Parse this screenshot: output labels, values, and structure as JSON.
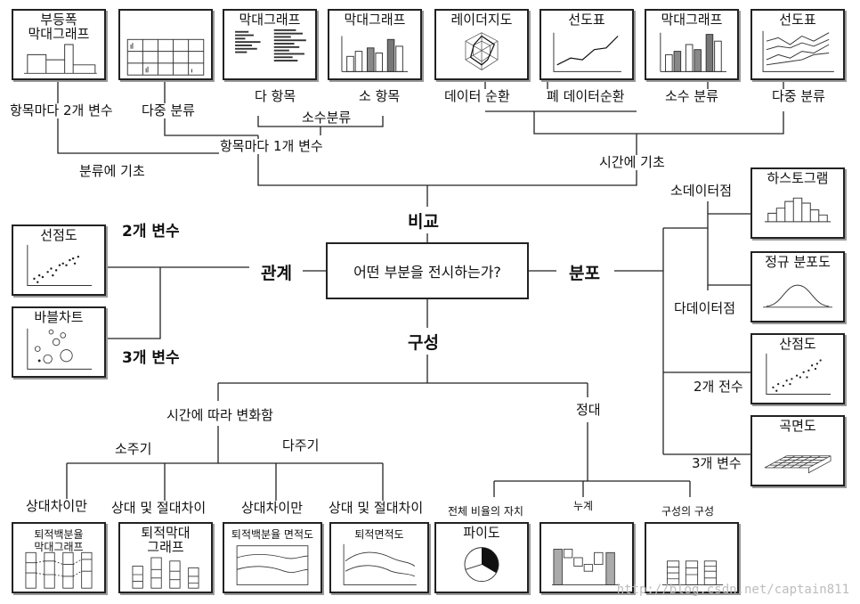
{
  "center_question": "어떤 부분을 전시하는가?",
  "main_branches": {
    "compare": "비교",
    "relation": "관계",
    "distribution": "분포",
    "composition": "구성"
  },
  "compare": {
    "boxes": {
      "variable_width_bar": "부등폭\n막대그래프",
      "table": "",
      "bar_many": "막대그래프",
      "bar_few": "막대그래프",
      "radar": "레이더지도",
      "line_few": "선도표",
      "bar_time": "막대그래프",
      "line_many": "선도표"
    },
    "labels": {
      "two_vars_per_item": "항목마다 2개 변수",
      "multi_class": "다중 분류",
      "many_items": "다 항목",
      "few_items": "소 항목",
      "few_class": "소수분류",
      "one_var_per_item": "항목마다 1개 변수",
      "by_category": "분류에 기초",
      "cyclic_data": "데이터 순환",
      "non_cyclic": "폐 데이터순환",
      "few_categories": "소수 분류",
      "multi_category": "다중 분류",
      "by_time": "시간에 기초"
    }
  },
  "relation": {
    "scatter_box": "선점도",
    "bubble_box": "바블차트",
    "two_vars": "2개 변수",
    "three_vars": "3개 변수"
  },
  "distribution": {
    "few_points": "소데이터점",
    "many_points": "다데이터점",
    "two_vars": "2개 전수",
    "three_vars": "3개 변수",
    "histogram_box": "하스토그램",
    "normal_box": "정규 분포도",
    "scatter_box": "산점도",
    "surface_box": "곡면도"
  },
  "composition": {
    "changes_over_time": "시간에 따라 변화함",
    "static": "정대",
    "few_periods": "소주기",
    "many_periods": "다주기",
    "relative_only_a": "상대차이만",
    "rel_abs_a": "상대 및 절대차이",
    "relative_only_b": "상대차이만",
    "rel_abs_b": "상대 및 절대차이",
    "share_of_total": "전체 비율의 자치",
    "cumulative": "누계",
    "component_of_component": "구성의 구성",
    "boxes": {
      "stacked_pct_bar": "퇴적백분율\n막대그래프",
      "stacked_bar": "퇴적막대\n그래프",
      "stacked_pct_area": "퇴적백분율 면적도",
      "stacked_area": "퇴적면적도",
      "pie": "파이도",
      "waterfall": "",
      "stacked_component": ""
    }
  },
  "watermark": "http://blog.csdn.net/captain811"
}
